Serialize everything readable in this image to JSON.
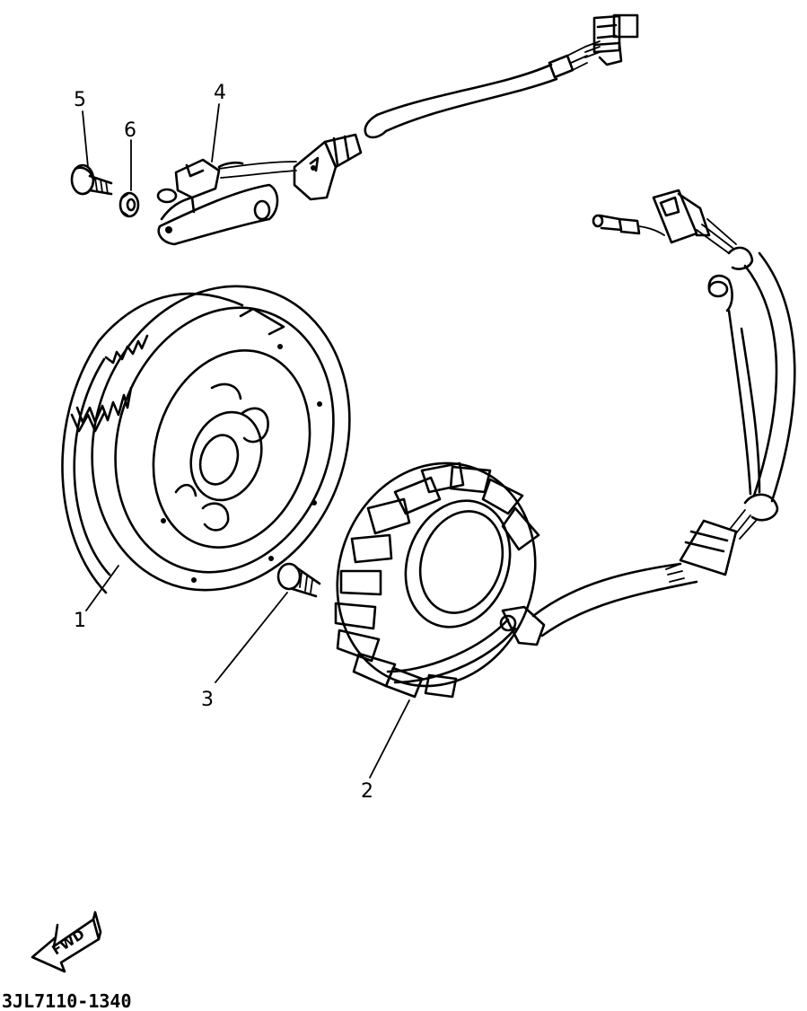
{
  "callouts": [
    {
      "id": "1",
      "label": "1"
    },
    {
      "id": "2",
      "label": "2"
    },
    {
      "id": "3",
      "label": "3"
    },
    {
      "id": "4",
      "label": "4"
    },
    {
      "id": "5",
      "label": "5"
    },
    {
      "id": "6",
      "label": "6"
    }
  ],
  "direction_label": "FWD",
  "drawing_code": "3JL7110-1340"
}
